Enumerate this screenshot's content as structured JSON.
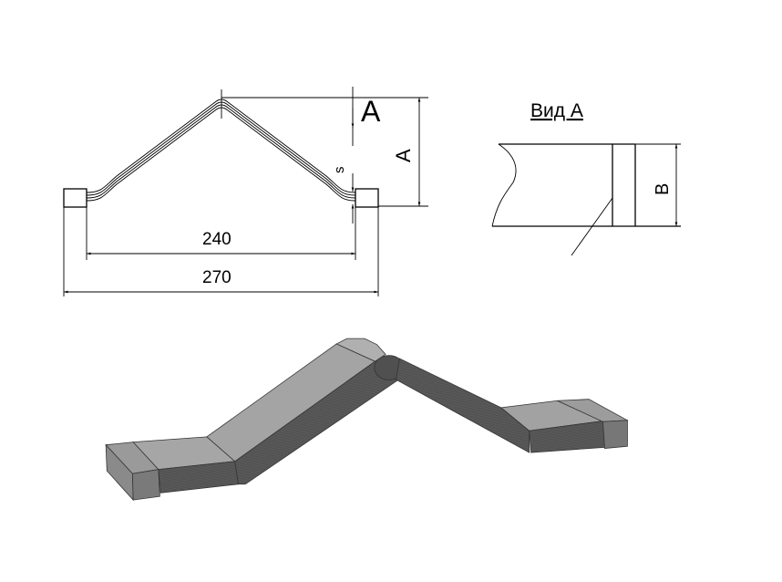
{
  "drawing": {
    "dim_inner_width": "240",
    "dim_outer_width": "270",
    "dim_height": "A",
    "view_marker": "A",
    "dim_thickness": "s",
    "view_title": "Вид А",
    "dim_width": "B"
  },
  "colors": {
    "model_top": "#a4a4a4",
    "model_side": "#5a5a5a",
    "line": "#000000"
  }
}
